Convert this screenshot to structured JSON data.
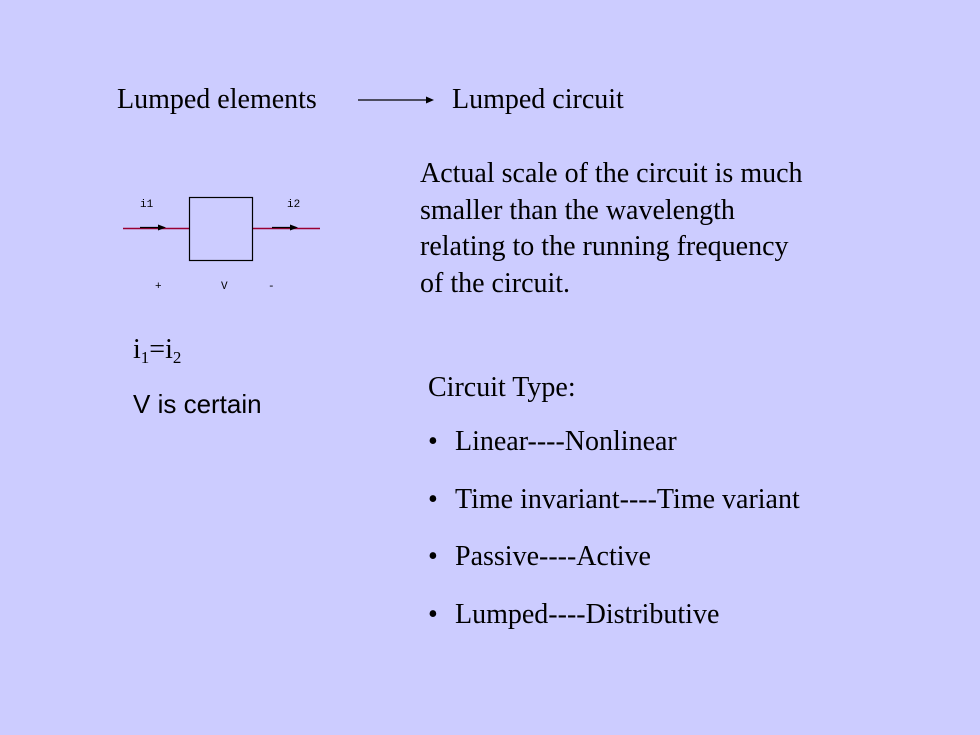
{
  "heading": {
    "left": "Lumped elements",
    "right": "Lumped circuit"
  },
  "diagram": {
    "current_in": "i1",
    "current_out": "i2",
    "plus": "+",
    "voltage": "V",
    "minus": "-"
  },
  "equation": {
    "i_left": "i",
    "sub_left": "1",
    "equals": "=",
    "i_right": "i",
    "sub_right": "2"
  },
  "certain_text": "V is certain",
  "description_lines": [
    "Actual scale of the circuit is much",
    "smaller than the wavelength",
    "relating to the running  frequency",
    "of the circuit."
  ],
  "circuit_type": {
    "heading": "Circuit Type:",
    "bullet": "•",
    "items": [
      "Linear----Nonlinear",
      "Time invariant----Time  variant",
      "Passive----Active",
      "Lumped----Distributive"
    ]
  },
  "colors": {
    "background": "#ccccff",
    "wire": "#990033",
    "text": "#000000"
  }
}
